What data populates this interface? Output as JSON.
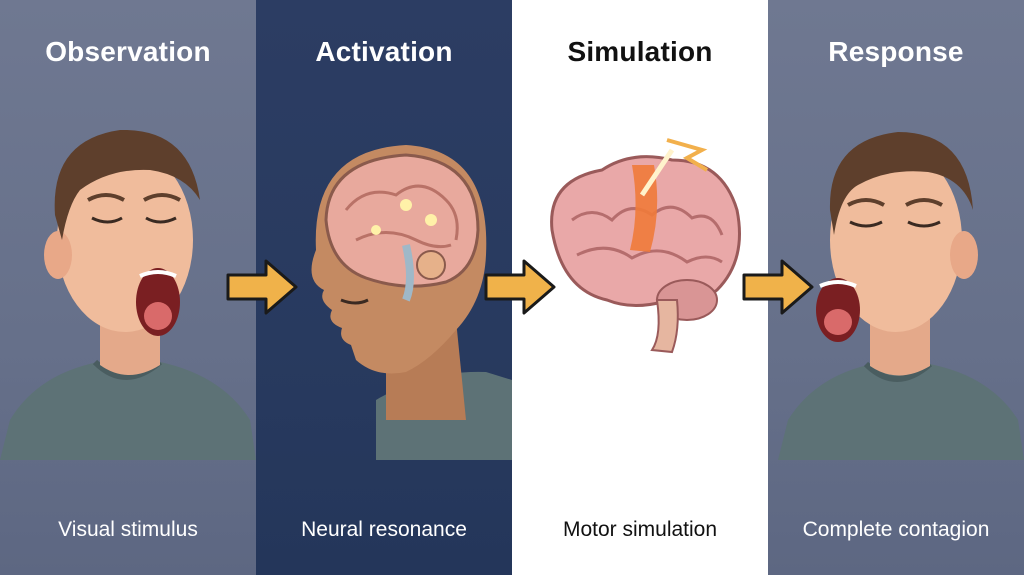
{
  "panels": [
    {
      "title": "Observation",
      "caption": "Visual stimulus"
    },
    {
      "title": "Activation",
      "caption": "Neural resonance"
    },
    {
      "title": "Simulation",
      "caption": "Motor simulation"
    },
    {
      "title": "Response",
      "caption": "Complete contagion"
    }
  ],
  "colors": {
    "panel_gray": "#6b7590",
    "panel_navy": "#2a3b61",
    "panel_white": "#ffffff",
    "arrow_fill": "#f0b24a",
    "arrow_stroke": "#1a1a1a"
  },
  "icons": [
    "yawning-face-icon",
    "head-brain-icon",
    "brain-icon",
    "right-arrow-icon"
  ]
}
